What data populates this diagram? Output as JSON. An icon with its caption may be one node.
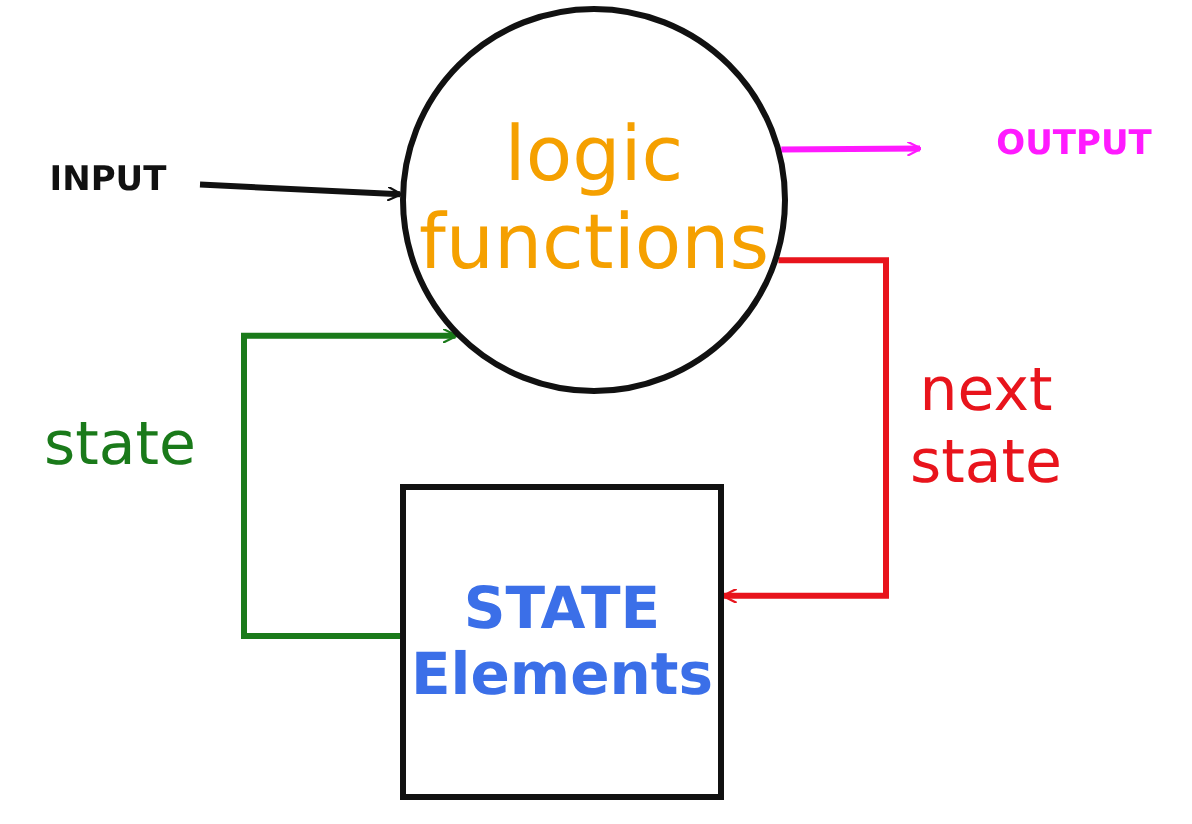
{
  "diagram": {
    "nodes": [
      {
        "text": [
          "INPUT"
        ]
      },
      {
        "text": [
          "logic functions"
        ]
      },
      {
        "text": [
          "OUTPUT"
        ]
      },
      {
        "text": [
          "STATE Elements"
        ]
      }
    ],
    "edges": [
      {
        "from": 0,
        "to": 1,
        "arrow": "to",
        "color": "#111111"
      },
      {
        "from": 1,
        "to": 2,
        "arrow": "to",
        "color": "#ff1aff"
      },
      {
        "from": 1,
        "to": 3,
        "arrow": "to",
        "label": "next state",
        "color": "#e8141c"
      },
      {
        "from": 3,
        "to": 1,
        "arrow": "to",
        "label": "state",
        "color": "#1a7a1a"
      }
    ]
  }
}
